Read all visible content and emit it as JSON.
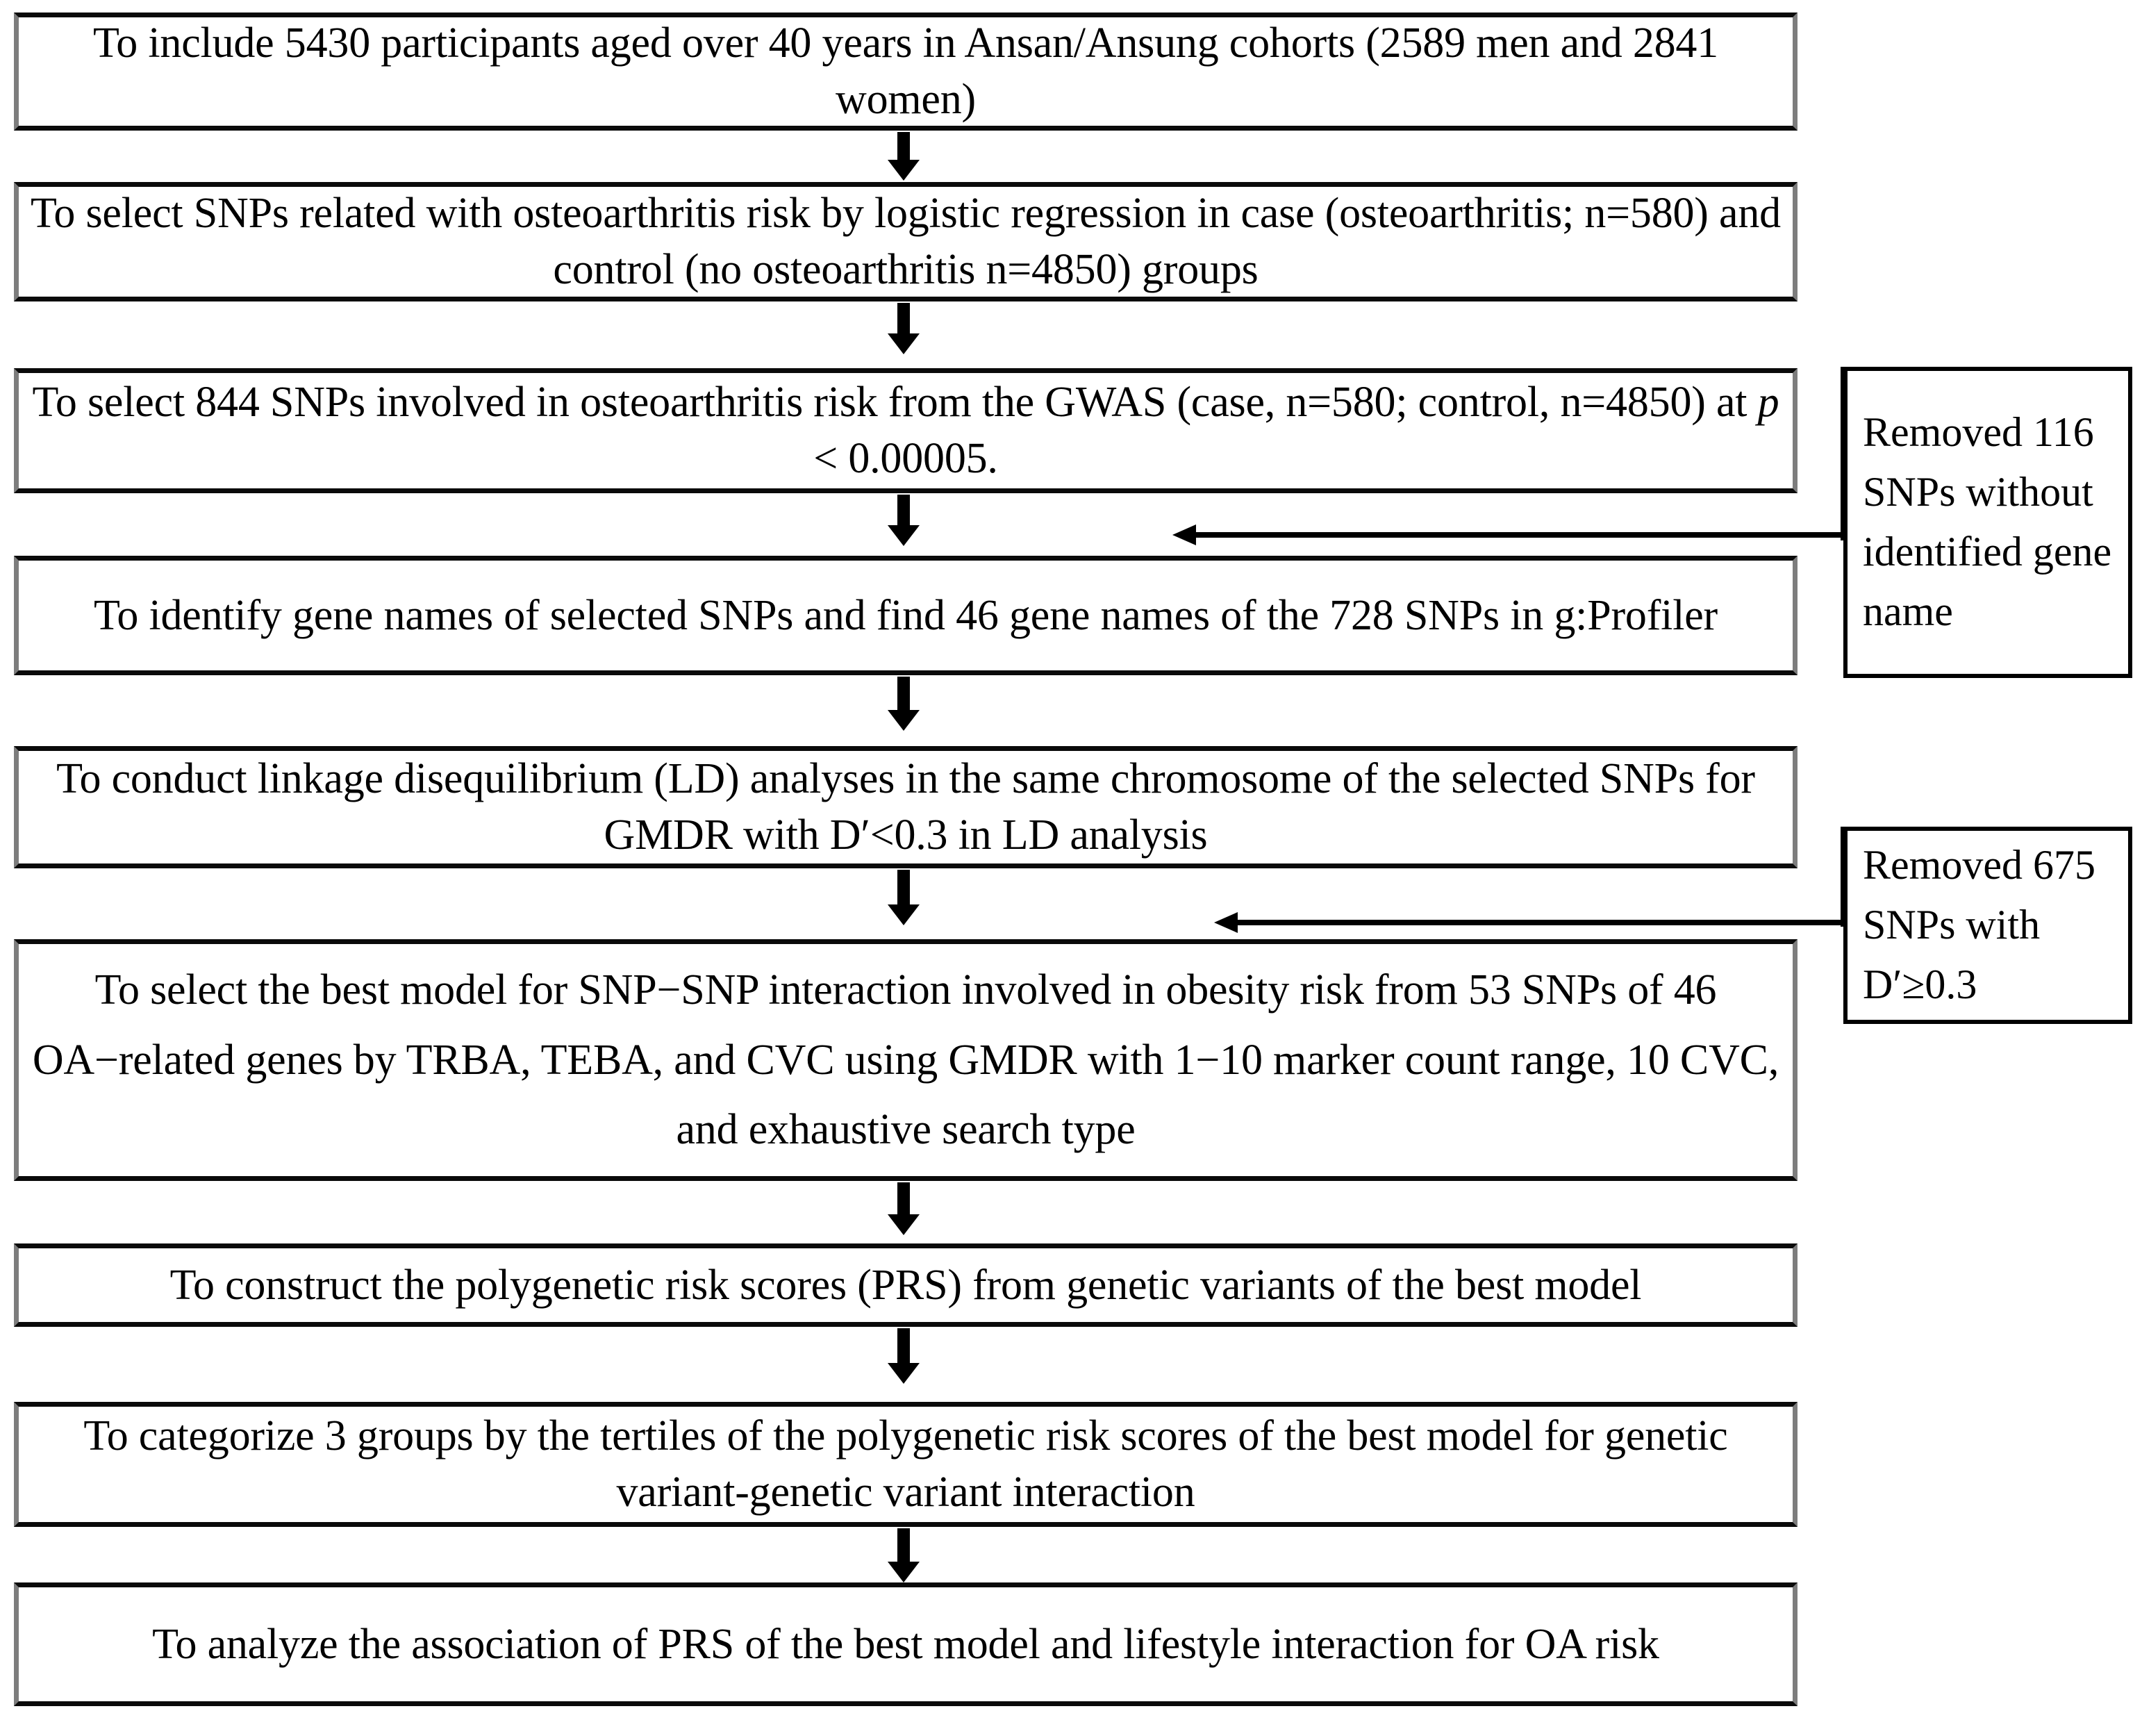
{
  "diagram": {
    "type": "flowchart",
    "title": "Study design flowchart for osteoarthritis polygenetic risk score analysis",
    "orientation": "top-to-bottom",
    "colors": {
      "box_border_dark": "#0a0a0a",
      "box_border_gray": "#7d7d7d",
      "side_box_border": "#000000",
      "text": "#000000",
      "background": "#ffffff"
    },
    "steps": [
      {
        "id": "step-1",
        "name": "participants",
        "text": "To include 5430 participants aged over 40 years in Ansan/Ansung cohorts  (2589 men and 2841 women)"
      },
      {
        "id": "step-2",
        "name": "snp-selection-logistic-regression",
        "text": "To select SNPs related with osteoarthritis risk by logistic regression in case (osteoarthritis; n=580) and control (no osteoarthritis n=4850) groups"
      },
      {
        "id": "step-3",
        "name": "gwas-844-snps",
        "text_part1": "To select 844 SNPs involved in osteoarthritis risk from the GWAS (case, n=580; control, n=4850) at ",
        "text_italic": "p",
        "text_part2": " < 0.00005."
      },
      {
        "id": "step-4",
        "name": "gene-name-identification",
        "text": "To identify gene names of selected SNPs and find 46 gene names of the 728 SNPs in g:Profiler"
      },
      {
        "id": "step-5",
        "name": "linkage-disequilibrium-analysis",
        "text": "To conduct linkage disequilibrium (LD) analyses in the same chromosome of the selected SNPs for GMDR with D′<0.3 in LD analysis"
      },
      {
        "id": "step-6",
        "name": "best-model-gmdr",
        "text": "To select the best model for SNP−SNP interaction involved in obesity risk from 53 SNPs of 46 OA−related genes by TRBA, TEBA, and CVC using GMDR with 1−10 marker count range, 10 CVC, and exhaustive search type"
      },
      {
        "id": "step-7",
        "name": "construct-prs",
        "text": "To construct the polygenetic risk scores (PRS) from genetic variants of the best model"
      },
      {
        "id": "step-8",
        "name": "categorize-tertiles",
        "text": "To categorize 3 groups by the tertiles of the polygenetic risk scores of the best model for genetic variant-genetic variant interaction"
      },
      {
        "id": "step-9",
        "name": "lifestyle-interaction-analysis",
        "text": "To analyze the association of PRS of the best model and lifestyle interaction for OA risk"
      }
    ],
    "exclusions": [
      {
        "id": "exclusion-1",
        "name": "removed-116-snps",
        "text": "Removed 116 SNPs without identified gene name"
      },
      {
        "id": "exclusion-2",
        "name": "removed-675-snps",
        "text": "Removed 675 SNPs with D′≥0.3"
      }
    ]
  }
}
